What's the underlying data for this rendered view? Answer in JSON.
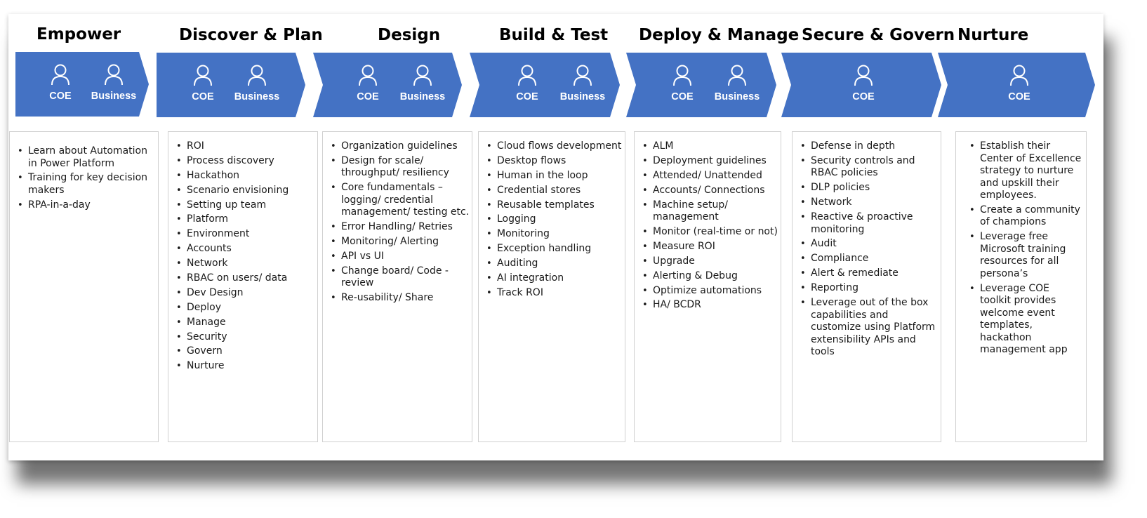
{
  "colors": {
    "chevron": "#4472c4",
    "persona_text": "#ffffff",
    "box_border": "#d0d0d0"
  },
  "stages": [
    {
      "title": "Empower",
      "personas": [
        "COE",
        "Business"
      ],
      "items": [
        "Learn about Automation in Power Platform",
        "Training for key decision makers",
        "RPA-in-a-day"
      ]
    },
    {
      "title": "Discover & Plan",
      "personas": [
        "COE",
        "Business"
      ],
      "items": [
        "ROI",
        "Process discovery",
        "Hackathon",
        "Scenario envisioning",
        "Setting up team",
        "Platform",
        "Environment",
        "Accounts",
        "Network",
        "RBAC on users/ data",
        "Dev Design",
        "Deploy",
        "Manage",
        "Security",
        "Govern",
        "Nurture"
      ]
    },
    {
      "title": "Design",
      "personas": [
        "COE",
        "Business"
      ],
      "items": [
        "Organization guidelines",
        "Design for scale/ throughput/ resiliency",
        "Core fundamentals – logging/ credential management/ testing etc.",
        "Error Handling/ Retries",
        "Monitoring/ Alerting",
        "API vs UI",
        "Change board/ Code - review",
        "Re-usability/ Share"
      ]
    },
    {
      "title": "Build & Test",
      "personas": [
        "COE",
        "Business"
      ],
      "items": [
        "Cloud flows development",
        "Desktop flows",
        "Human in the loop",
        "Credential stores",
        "Reusable templates",
        "Logging",
        "Monitoring",
        "Exception handling",
        "Auditing",
        "AI integration",
        "Track ROI"
      ]
    },
    {
      "title": "Deploy & Manage",
      "personas": [
        "COE",
        "Business"
      ],
      "items": [
        "ALM",
        "Deployment guidelines",
        "Attended/ Unattended",
        "Accounts/ Connections",
        "Machine setup/ management",
        "Monitor (real-time or not)",
        "Measure ROI",
        "Upgrade",
        "Alerting & Debug",
        "Optimize automations",
        "HA/ BCDR"
      ]
    },
    {
      "title": "Secure & Govern",
      "personas": [
        "COE"
      ],
      "items": [
        "Defense in depth",
        "Security controls and RBAC policies",
        "DLP policies",
        "Network",
        "Reactive & proactive monitoring",
        "Audit",
        "Compliance",
        "Alert & remediate",
        "Reporting",
        "Leverage out of the box capabilities and customize using Platform extensibility APIs and tools"
      ]
    },
    {
      "title": "Nurture",
      "personas": [
        "COE"
      ],
      "items": [
        "Establish their Center of Excellence strategy to nurture and upskill their employees.",
        "Create a community of champions",
        "Leverage free Microsoft training resources for all persona’s",
        "Leverage COE toolkit provides welcome event templates, hackathon management app"
      ]
    }
  ]
}
